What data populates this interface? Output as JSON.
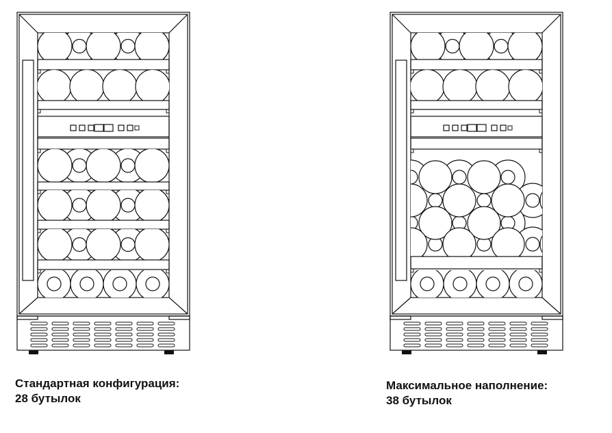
{
  "fridges": [
    {
      "id": "standard",
      "caption_line1": "Стандартная конфигурация:",
      "caption_line2": "28 бутылок",
      "bottle_count": 28,
      "layout": "standard"
    },
    {
      "id": "maximum",
      "caption_line1": "Максимальное наполнение:",
      "caption_line2": "38 бутылок",
      "bottle_count": 38,
      "layout": "maximum"
    }
  ],
  "colors": {
    "line": "#111111",
    "background": "#ffffff"
  }
}
